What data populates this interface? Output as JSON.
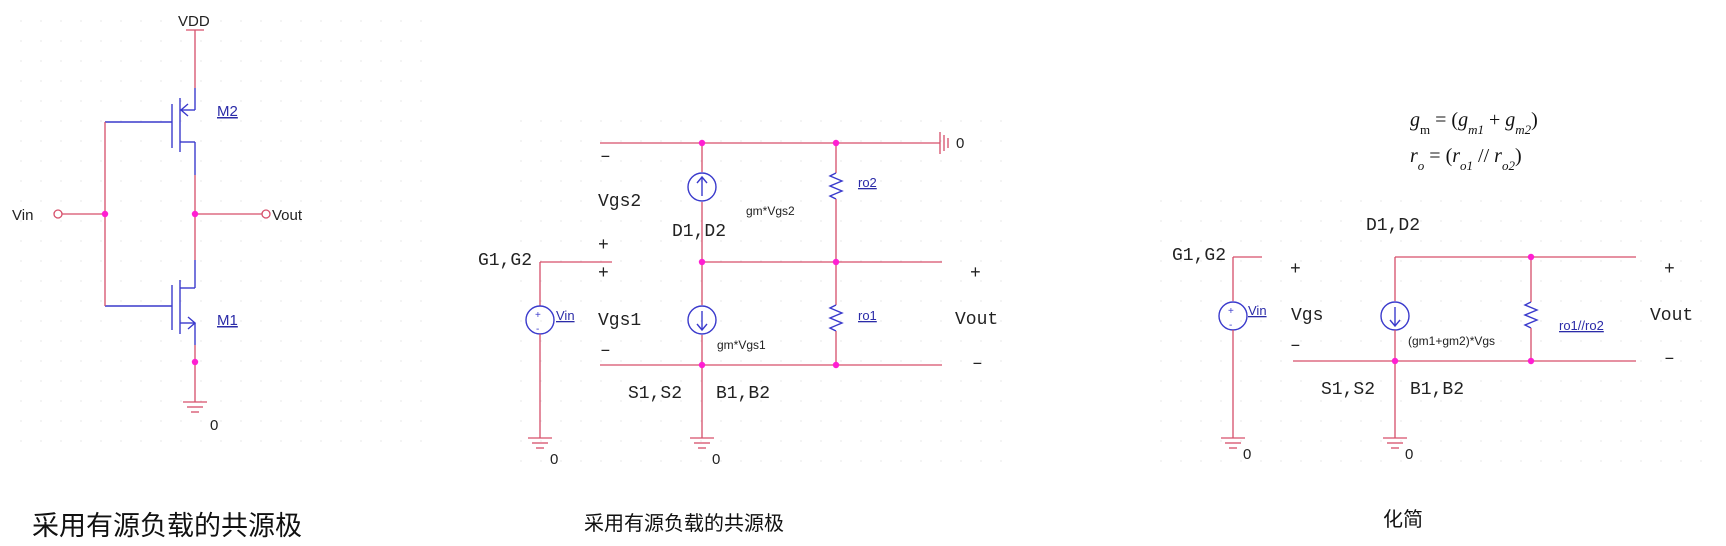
{
  "left": {
    "vdd": "VDD",
    "vin": "Vin",
    "vout": "Vout",
    "m2": "M2",
    "m1": "M1",
    "gnd": "0",
    "caption": "采用有源负载的共源极"
  },
  "middle": {
    "gnd_top": "0",
    "minus_top": "–",
    "vgs2": "Vgs2",
    "d1d2": "D1,D2",
    "gm_vgs2": "gm*Vgs2",
    "ro2": "ro2",
    "plus_a": "+",
    "g1g2": "G1,G2",
    "plus_b": "+",
    "plus_out": "+",
    "vin": "Vin",
    "vgs1": "Vgs1",
    "ro1": "ro1",
    "vout": "Vout",
    "gm_vgs1": "gm*Vgs1",
    "minus_in": "–",
    "minus_out": "–",
    "s1s2": "S1,S2",
    "b1b2": "B1,B2",
    "gnd_left": "0",
    "gnd_mid": "0",
    "caption": "采用有源负载的共源极"
  },
  "right": {
    "formula1": {
      "lhs": "g",
      "lhs_sub": "m",
      "eq": " = (",
      "t1": "g",
      "t1_sub": "m1",
      "plus": " + ",
      "t2": "g",
      "t2_sub": "m2",
      "close": ")"
    },
    "formula2": {
      "lhs": "r",
      "lhs_sub": "o",
      "eq": " = (",
      "t1": "r",
      "t1_sub": "o1",
      "par": " // ",
      "t2": "r",
      "t2_sub": "o2",
      "close": ")"
    },
    "d1d2": "D1,D2",
    "g1g2": "G1,G2",
    "plus_in": "+",
    "plus_out": "+",
    "vin": "Vin",
    "vgs": "Vgs",
    "gm_expr": "(gm1+gm2)*Vgs",
    "ro_par": "ro1//ro2",
    "vout": "Vout",
    "minus_in": "–",
    "minus_out": "–",
    "s1s2": "S1,S2",
    "b1b2": "B1,B2",
    "gnd_left": "0",
    "gnd_mid": "0",
    "caption": "化简"
  }
}
